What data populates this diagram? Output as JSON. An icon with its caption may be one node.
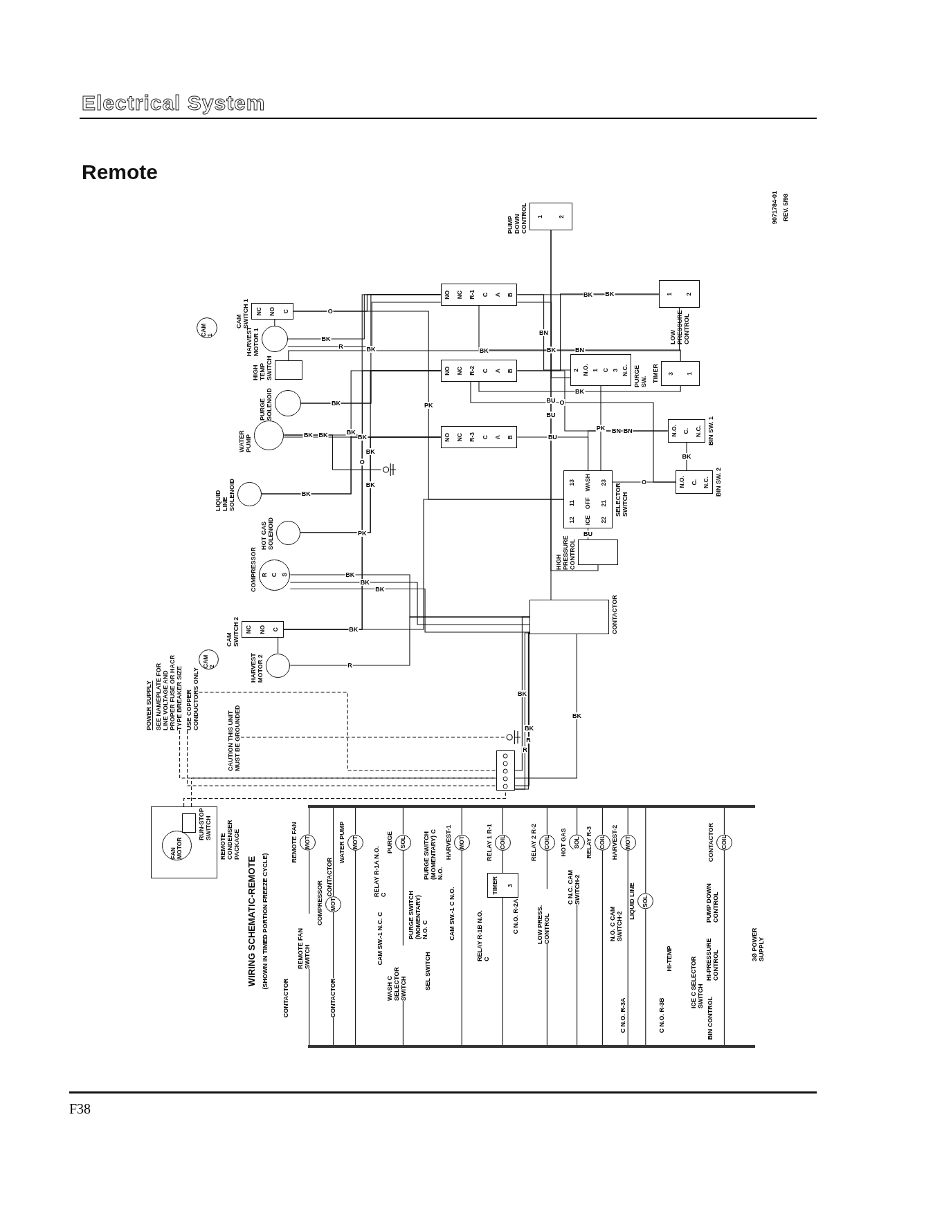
{
  "diagram": {
    "title": "Electrical System",
    "nodes": [
      {
        "text": [
          "PUMP DOWN CONTROL",
          "1",
          "2"
        ]
      },
      {
        "text": [
          "CAM 1"
        ]
      },
      {
        "text": [
          "CAM SWITCH 1",
          "NC",
          "NO",
          "C"
        ]
      },
      {
        "text": [
          "HARVEST MOTOR 1"
        ]
      },
      {
        "text": [
          "NO",
          "NC",
          "R-1",
          "C",
          "A",
          "B"
        ]
      },
      {
        "text": [
          "LOW PRESSURE CONTROL",
          "1",
          "2"
        ]
      },
      {
        "text": [
          "HIGH TEMP SWITCH"
        ]
      },
      {
        "text": [
          "PURGE SOLENOID"
        ]
      },
      {
        "text": [
          "NO",
          "NC",
          "R-2",
          "C",
          "A",
          "B"
        ]
      },
      {
        "text": [
          "PURGE SW.",
          "2",
          "N.O.",
          "1",
          "C",
          "3",
          "N.C."
        ]
      },
      {
        "text": [
          "TIMER",
          "3",
          "1"
        ]
      },
      {
        "text": [
          "WATER PUMP"
        ]
      },
      {
        "text": [
          "NO",
          "NC",
          "R-3",
          "C",
          "A",
          "B"
        ]
      },
      {
        "text": [
          "BIN SW. 1",
          "N.O.",
          "C.",
          "N.C."
        ]
      },
      {
        "text": [
          "LIQUID LINE SOLENOID"
        ]
      },
      {
        "text": [
          "SELECTOR SWITCH",
          "13",
          "WASH",
          "23",
          "11",
          "OFF",
          "21",
          "12",
          "ICE",
          "22"
        ]
      },
      {
        "text": [
          "BIN SW. 2",
          "N.O.",
          "C.",
          "N.C."
        ]
      },
      {
        "text": [
          "HOT GAS SOLENOID"
        ]
      },
      {
        "text": [
          "HIGH PRESSURE CONTROL"
        ]
      },
      {
        "text": [
          "COMPRESSOR",
          "R",
          "C",
          "S"
        ]
      },
      {
        "text": [
          "CONTACTOR"
        ]
      },
      {
        "text": [
          "CAM SWITCH 2",
          "NC",
          "NO",
          "C"
        ]
      },
      {
        "text": [
          "CAM 2"
        ]
      },
      {
        "text": [
          "HARVEST MOTOR 2"
        ]
      },
      {
        "text": [],
        "shape": "box"
      },
      {
        "text": [
          "POWER SUPPLY",
          "SEE NAMEPLATE FOR LINE VOLTAGE AND PROPER FUSE OR HACR TYPE BREAKER SIZE",
          "USE COPPER CONDUCTORS ONLY"
        ]
      },
      {
        "text": [
          "CAUTION THIS UNIT MUST BE GROUNDED"
        ]
      },
      {
        "text": [],
        "shape": "ground"
      },
      {
        "text": [
          "REMOTE CONDENSER PACKAGE"
        ]
      },
      {
        "text": [
          "FAN MOTOR"
        ],
        "in": 28
      },
      {
        "text": [
          "RUN-STOP SWITCH"
        ],
        "in": 28
      },
      {
        "text": [
          "MOT"
        ],
        "beside": [
          "REMOTE FAN"
        ]
      },
      {
        "text": [
          "MOT"
        ],
        "beside": [
          "COMPRESSOR"
        ]
      },
      {
        "text": [
          "MOT"
        ],
        "beside": [
          "WATER PUMP"
        ]
      },
      {
        "text": [
          "SOL"
        ],
        "beside": [
          "PURGE"
        ]
      },
      {
        "text": [
          "MOT"
        ],
        "beside": [
          "HARVEST-1"
        ]
      },
      {
        "text": [
          "COIL"
        ],
        "beside": [
          "RELAY 1 R-1"
        ]
      },
      {
        "text": [
          "COIL"
        ],
        "beside": [
          "RELAY 2 R-2"
        ]
      },
      {
        "text": [
          "SOL"
        ],
        "beside": [
          "HOT GAS"
        ]
      },
      {
        "text": [
          "COIL"
        ],
        "beside": [
          "RELAY R-3"
        ]
      },
      {
        "text": [
          "MOT"
        ],
        "beside": [
          "HARVEST-2"
        ]
      },
      {
        "text": [
          "SOL"
        ],
        "beside": [
          "LIQUID LINE"
        ]
      },
      {
        "text": [
          "COIL"
        ],
        "beside": [
          "CONTACTOR"
        ]
      },
      {
        "text": [
          "TIMER",
          "3"
        ]
      },
      {
        "text": [],
        "shape": "ground"
      },
      {
        "text": [],
        "shape": "bar"
      },
      {
        "text": [],
        "shape": "bar"
      }
    ],
    "edges": [
      {
        "from": 0,
        "to": 20,
        "arrow": "none",
        "label": "BU"
      },
      {
        "from": 0,
        "to": 18,
        "arrow": "none",
        "label": "BU"
      },
      {
        "from": 2,
        "to": 4,
        "arrow": "none",
        "label": "O"
      },
      {
        "from": 2,
        "to": 15,
        "arrow": "none",
        "label": "PK"
      },
      {
        "from": 3,
        "to": 2,
        "arrow": "none"
      },
      {
        "from": 3,
        "to": 4,
        "arrow": "none",
        "label": "BK"
      },
      {
        "from": 3,
        "to": 4,
        "arrow": "none",
        "label": "R"
      },
      {
        "from": 4,
        "to": 5,
        "arrow": "none",
        "label": "BK"
      },
      {
        "from": 4,
        "to": 9,
        "arrow": "none",
        "label": "BN"
      },
      {
        "from": 5,
        "to": 8,
        "arrow": "none",
        "label": "BK"
      },
      {
        "from": 6,
        "to": 5,
        "arrow": "none",
        "label": "BK"
      },
      {
        "from": 7,
        "to": 4,
        "arrow": "none",
        "label": "BK"
      },
      {
        "from": 7,
        "to": 8,
        "arrow": "none",
        "label": "BK"
      },
      {
        "from": 10,
        "to": 8,
        "arrow": "none",
        "label": "BK"
      },
      {
        "from": 10,
        "to": 4,
        "arrow": "none",
        "label": "BN"
      },
      {
        "from": 9,
        "to": 4,
        "arrow": "none",
        "label": "BK"
      },
      {
        "from": 9,
        "to": 15,
        "arrow": "none",
        "label": "PK"
      },
      {
        "from": 11,
        "to": 12,
        "arrow": "none",
        "label": "BK"
      },
      {
        "from": 11,
        "to": 8,
        "arrow": "none",
        "label": "BK"
      },
      {
        "from": 11,
        "to": 44,
        "arrow": "none",
        "label": "BK"
      },
      {
        "from": 12,
        "to": 15,
        "arrow": "none",
        "label": "BU"
      },
      {
        "from": 8,
        "to": 13,
        "arrow": "none",
        "label": "BN"
      },
      {
        "from": 13,
        "to": 16,
        "arrow": "none",
        "label": "BK"
      },
      {
        "from": 13,
        "to": 15,
        "arrow": "none",
        "label": "BN"
      },
      {
        "from": 16,
        "to": 8,
        "arrow": "none",
        "label": "O"
      },
      {
        "from": 15,
        "to": 16,
        "arrow": "none",
        "label": "O"
      },
      {
        "from": 14,
        "to": 8,
        "arrow": "none",
        "label": "BK"
      },
      {
        "from": 14,
        "to": 12,
        "arrow": "none",
        "label": "BK"
      },
      {
        "from": 17,
        "to": 12,
        "arrow": "none",
        "label": "BK"
      },
      {
        "from": 17,
        "to": 8,
        "arrow": "none",
        "label": "BK"
      },
      {
        "from": 15,
        "to": 18,
        "arrow": "none",
        "label": "BU"
      },
      {
        "from": 19,
        "to": 20,
        "arrow": "none",
        "label": "BK"
      },
      {
        "from": 19,
        "to": 20,
        "arrow": "none",
        "label": "BK"
      },
      {
        "from": 19,
        "to": 20,
        "arrow": "none",
        "label": "BK"
      },
      {
        "from": 21,
        "to": 4,
        "arrow": "none",
        "label": "O"
      },
      {
        "from": 21,
        "to": 12,
        "arrow": "none",
        "label": "PK"
      },
      {
        "from": 21,
        "to": 15,
        "arrow": "none",
        "label": "BK"
      },
      {
        "from": 23,
        "to": 21,
        "arrow": "none"
      },
      {
        "from": 23,
        "to": 20,
        "arrow": "none",
        "label": "R"
      },
      {
        "from": 20,
        "to": 24,
        "arrow": "none",
        "label": "BK"
      },
      {
        "from": 20,
        "to": 24,
        "arrow": "none",
        "label": "BK"
      },
      {
        "from": 20,
        "to": 24,
        "arrow": "none",
        "label": "BK"
      },
      {
        "from": 20,
        "to": 24,
        "arrow": "none",
        "label": "R"
      },
      {
        "from": 20,
        "to": 24,
        "arrow": "none",
        "label": "R"
      },
      {
        "from": 25,
        "to": 24,
        "arrow": "none",
        "style": "dashed"
      },
      {
        "from": 25,
        "to": 24,
        "arrow": "none",
        "style": "dashed"
      },
      {
        "from": 25,
        "to": 24,
        "arrow": "none",
        "style": "dashed"
      },
      {
        "from": 26,
        "to": 27,
        "arrow": "none",
        "style": "dashed"
      },
      {
        "from": 28,
        "to": 24,
        "arrow": "none",
        "style": "dashed"
      },
      {
        "from": 28,
        "to": 24,
        "arrow": "none",
        "style": "dashed"
      },
      {
        "from": 45,
        "to": 31,
        "arrow": "none"
      },
      {
        "from": 45,
        "to": 32,
        "arrow": "none"
      },
      {
        "from": 45,
        "to": 33,
        "arrow": "none"
      },
      {
        "from": 45,
        "to": 34,
        "arrow": "none"
      },
      {
        "from": 45,
        "to": 35,
        "arrow": "none"
      },
      {
        "from": 45,
        "to": 36,
        "arrow": "none"
      },
      {
        "from": 45,
        "to": 37,
        "arrow": "none"
      },
      {
        "from": 45,
        "to": 38,
        "arrow": "none"
      },
      {
        "from": 45,
        "to": 39,
        "arrow": "none"
      },
      {
        "from": 45,
        "to": 40,
        "arrow": "none"
      },
      {
        "from": 45,
        "to": 41,
        "arrow": "none"
      },
      {
        "from": 45,
        "to": 42,
        "arrow": "none"
      },
      {
        "from": 31,
        "to": 46,
        "arrow": "none"
      },
      {
        "from": 32,
        "to": 46,
        "arrow": "none"
      },
      {
        "from": 33,
        "to": 46,
        "arrow": "none"
      },
      {
        "from": 34,
        "to": 46,
        "arrow": "none"
      },
      {
        "from": 35,
        "to": 46,
        "arrow": "none"
      },
      {
        "from": 36,
        "to": 43,
        "arrow": "none"
      },
      {
        "from": 43,
        "to": 46,
        "arrow": "none"
      },
      {
        "from": 37,
        "to": 46,
        "arrow": "none"
      },
      {
        "from": 38,
        "to": 46,
        "arrow": "none"
      },
      {
        "from": 39,
        "to": 46,
        "arrow": "none"
      },
      {
        "from": 40,
        "to": 46,
        "arrow": "none"
      },
      {
        "from": 41,
        "to": 46,
        "arrow": "none"
      },
      {
        "from": 42,
        "to": 46,
        "arrow": "none"
      }
    ],
    "labels": [
      "Remote",
      "9071784-01",
      "REV. 5/98",
      "WIRING SCHEMATIC-REMOTE",
      "(SHOWN IN TIMED PORTION FREEZE CYCLE)",
      "CONTACTOR",
      "REMOTE FAN SWITCH",
      "CONTACTOR",
      "CONTACTOR",
      "RELAY R-1A N.O. C",
      "PURGE SWITCH (MOMENTARY) C N.O.",
      "PURGE SWITCH (MOMENTARY) N.O. C",
      "CAM SW.-1 C N.O.",
      "CAM SW.-1 N.C. C",
      "WASH C SELECTOR SWITCH",
      "SEL SWITCH",
      "RELAY R-1B N.O. C",
      "C N.O. R-2A",
      "LOW PRESS. CONTROL",
      "C N.C. CAM SWITCH-2",
      "N.O. C CAM SWITCH-2",
      "HI-TEMP",
      "ICE C SELECTOR SWITCH",
      "C N.O. R-3A",
      "C N.O. R-3B",
      "BIN CONTROL",
      "PUMP DOWN CONTROL",
      "HI-PRESSURE CONTROL",
      "3Ø POWER SUPPLY",
      "F38"
    ]
  }
}
